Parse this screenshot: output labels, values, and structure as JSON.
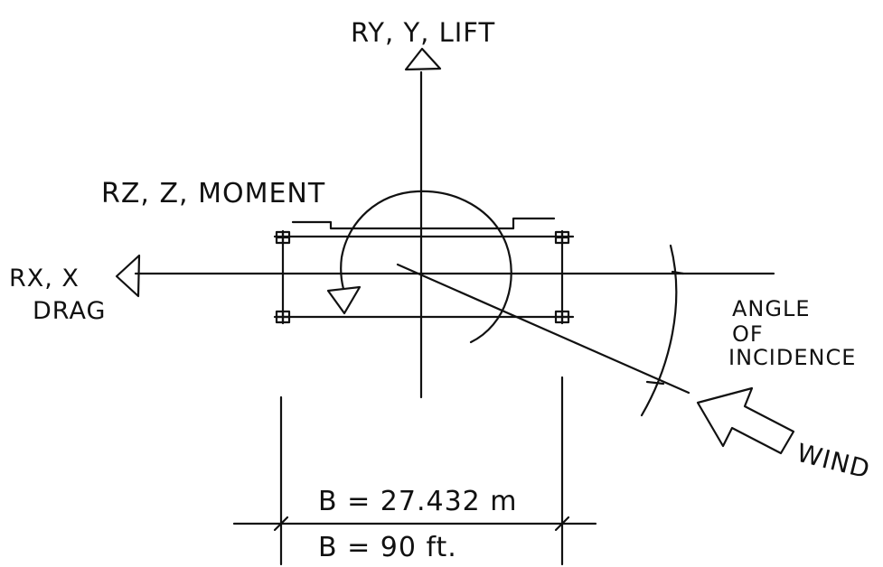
{
  "labels": {
    "y_axis": "RY, Y, LIFT",
    "moment": "RZ, Z, MOMENT",
    "x_axis_line1": "RX, X",
    "x_axis_line2": "DRAG",
    "angle_line1": "ANGLE",
    "angle_line2": "OF",
    "angle_line3": "INCIDENCE",
    "wind": "WIND",
    "dim_metric": "B = 27.432 m",
    "dim_imperial": "B = 90 ft."
  }
}
